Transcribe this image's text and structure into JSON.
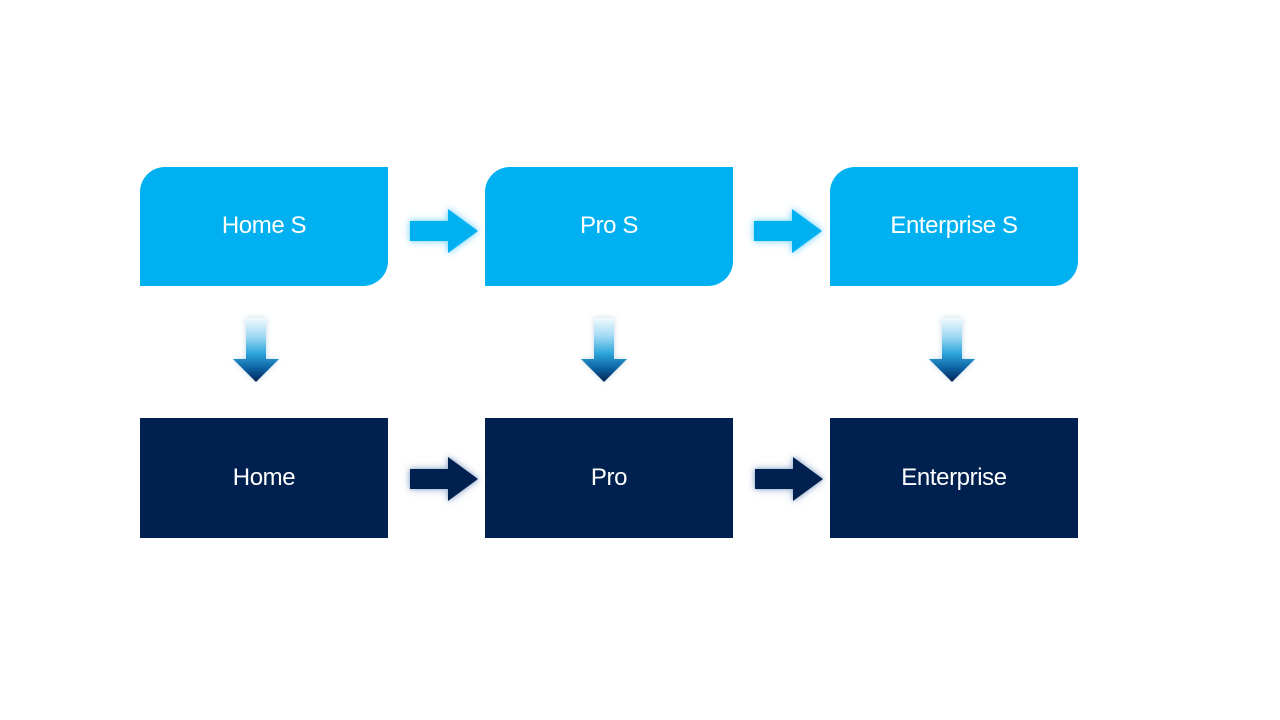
{
  "colors": {
    "background": "#ffffff",
    "top_box_fill": "#00b0f0",
    "bottom_box_fill": "#00214f",
    "box_text": "#ffffff",
    "light_arrow_fill": "#00b0f0",
    "light_arrow_glow": "#8cdbfa",
    "dark_arrow_fill": "#00214f",
    "dark_arrow_glow": "#96acce",
    "down_arrow_gradient": [
      "#f2fafe",
      "#9bd8f2",
      "#2ea6dc",
      "#0b5f9e",
      "#062250"
    ]
  },
  "flow": {
    "top_row": [
      {
        "label": "Home S"
      },
      {
        "label": "Pro S"
      },
      {
        "label": "Enterprise S"
      }
    ],
    "bottom_row": [
      {
        "label": "Home"
      },
      {
        "label": "Pro"
      },
      {
        "label": "Enterprise"
      }
    ]
  }
}
